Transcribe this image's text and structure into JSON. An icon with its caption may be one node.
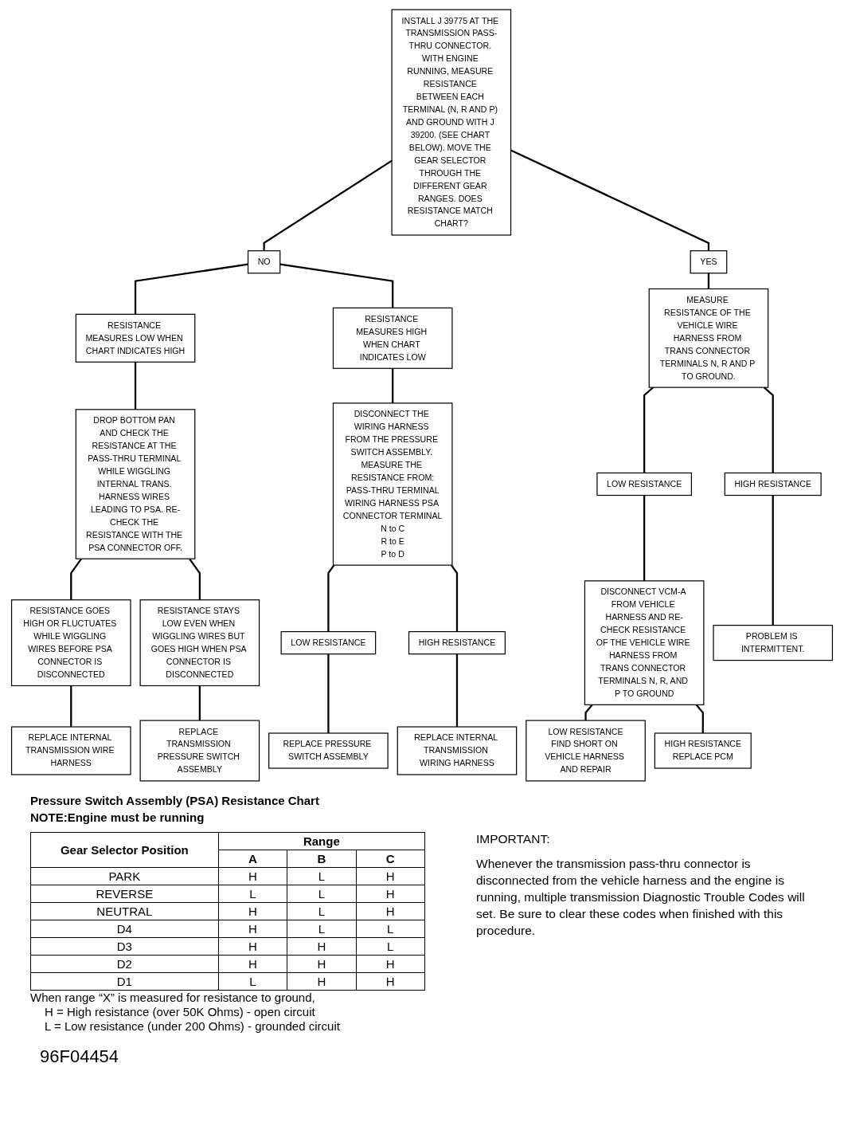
{
  "diagram": {
    "nodes": [
      {
        "text": [
          "INSTALL J 39775 AT THE TRANSMISSION PASS-THRU CONNECTOR. WITH ENGINE RUNNING, MEASURE RESISTANCE BETWEEN EACH TERMINAL (N, R AND P) AND GROUND WITH J 39200. (SEE CHART BELOW). MOVE THE GEAR SELECTOR THROUGH THE DIFFERENT GEAR RANGES. DOES RESISTANCE MATCH CHART?"
        ]
      },
      {
        "text": [
          "NO"
        ]
      },
      {
        "text": [
          "YES"
        ]
      },
      {
        "text": [
          "RESISTANCE MEASURES LOW WHEN CHART INDICATES HIGH"
        ]
      },
      {
        "text": [
          "RESISTANCE MEASURES HIGH WHEN CHART INDICATES LOW"
        ]
      },
      {
        "text": [
          "MEASURE RESISTANCE OF THE VEHICLE WIRE HARNESS FROM TRANS CONNECTOR TERMINALS N, R AND P TO GROUND."
        ]
      },
      {
        "text": [
          "DROP BOTTOM PAN AND CHECK THE RESISTANCE AT THE PASS-THRU TERMINAL WHILE WIGGLING INTERNAL TRANS. HARNESS WIRES LEADING TO PSA. RE-CHECK THE RESISTANCE WITH THE PSA CONNECTOR OFF."
        ]
      },
      {
        "text": [
          "DISCONNECT THE WIRING HARNESS FROM THE PRESSURE SWITCH ASSEMBLY. MEASURE THE RESISTANCE FROM:",
          "PASS-THRU TERMINAL",
          "WIRING HARNESS PSA CONNECTOR TERMINAL",
          "N to C",
          "R to E",
          "P to D"
        ]
      },
      {
        "text": [
          "LOW RESISTANCE"
        ]
      },
      {
        "text": [
          "HIGH RESISTANCE"
        ]
      },
      {
        "text": [
          "DISCONNECT VCM-A FROM VEHICLE HARNESS AND RE-CHECK RESISTANCE OF THE VEHICLE WIRE HARNESS FROM TRANS CONNECTOR TERMINALS N, R, AND P TO GROUND"
        ]
      },
      {
        "text": [
          "PROBLEM IS INTERMITTENT."
        ]
      },
      {
        "text": [
          "RESISTANCE GOES HIGH OR FLUCTUATES WHILE WIGGLING WIRES BEFORE PSA CONNECTOR IS DISCONNECTED"
        ]
      },
      {
        "text": [
          "RESISTANCE STAYS LOW EVEN WHEN WIGGLING WIRES BUT GOES HIGH WHEN PSA CONNECTOR IS DISCONNECTED"
        ]
      },
      {
        "text": [
          "LOW RESISTANCE"
        ]
      },
      {
        "text": [
          "HIGH RESISTANCE"
        ]
      },
      {
        "text": [
          "REPLACE PRESSURE SWITCH ASSEMBLY"
        ]
      },
      {
        "text": [
          "REPLACE INTERNAL TRANSMISSION WIRING HARNESS"
        ]
      },
      {
        "text": [
          "REPLACE INTERNAL TRANSMISSION WIRE HARNESS"
        ]
      },
      {
        "text": [
          "REPLACE TRANSMISSION PRESSURE SWITCH ASSEMBLY"
        ]
      },
      {
        "text": [
          "LOW RESISTANCE",
          "FIND SHORT ON VEHICLE HARNESS AND REPAIR"
        ]
      },
      {
        "text": [
          "HIGH RESISTANCE",
          "REPLACE PCM"
        ]
      }
    ],
    "edges": [
      {
        "from": 0,
        "to": 1,
        "arrow": "none"
      },
      {
        "from": 0,
        "to": 2,
        "arrow": "none"
      },
      {
        "from": 1,
        "to": 3,
        "arrow": "none"
      },
      {
        "from": 1,
        "to": 4,
        "arrow": "none"
      },
      {
        "from": 2,
        "to": 5,
        "arrow": "none"
      },
      {
        "from": 3,
        "to": 6,
        "arrow": "none"
      },
      {
        "from": 4,
        "to": 7,
        "arrow": "none"
      },
      {
        "from": 5,
        "to": 8,
        "arrow": "none"
      },
      {
        "from": 5,
        "to": 9,
        "arrow": "none"
      },
      {
        "from": 8,
        "to": 10,
        "arrow": "none"
      },
      {
        "from": 9,
        "to": 11,
        "arrow": "none"
      },
      {
        "from": 6,
        "to": 12,
        "arrow": "none"
      },
      {
        "from": 6,
        "to": 13,
        "arrow": "none"
      },
      {
        "from": 7,
        "to": 14,
        "arrow": "none"
      },
      {
        "from": 7,
        "to": 15,
        "arrow": "none"
      },
      {
        "from": 14,
        "to": 16,
        "arrow": "none"
      },
      {
        "from": 15,
        "to": 17,
        "arrow": "none"
      },
      {
        "from": 12,
        "to": 18,
        "arrow": "none"
      },
      {
        "from": 13,
        "to": 19,
        "arrow": "none"
      },
      {
        "from": 10,
        "to": 20,
        "arrow": "none"
      },
      {
        "from": 10,
        "to": 21,
        "arrow": "none"
      }
    ],
    "labels": [
      "Pressure Switch Assembly (PSA) Resistance Chart",
      "NOTE:Engine must be running",
      "Gear Selector Position",
      "Range",
      "A",
      "B",
      "C",
      "PARK",
      "H",
      "L",
      "H",
      "REVERSE",
      "L",
      "L",
      "H",
      "NEUTRAL",
      "H",
      "L",
      "H",
      "D4",
      "H",
      "L",
      "L",
      "D3",
      "H",
      "H",
      "L",
      "D2",
      "H",
      "H",
      "H",
      "D1",
      "L",
      "H",
      "H",
      "When range “X” is measured for resistance to ground,",
      "H = High resistance (over 50K Ohms) - open circuit",
      "L = Low resistance (under 200 Ohms) - grounded circuit",
      "IMPORTANT:",
      "Whenever the transmission pass-thru connector is disconnected from the vehicle harness and the engine is running, multiple transmission Diagnostic Trouble Codes will set. Be sure to clear these codes when finished with this procedure.",
      "96F04454"
    ]
  }
}
